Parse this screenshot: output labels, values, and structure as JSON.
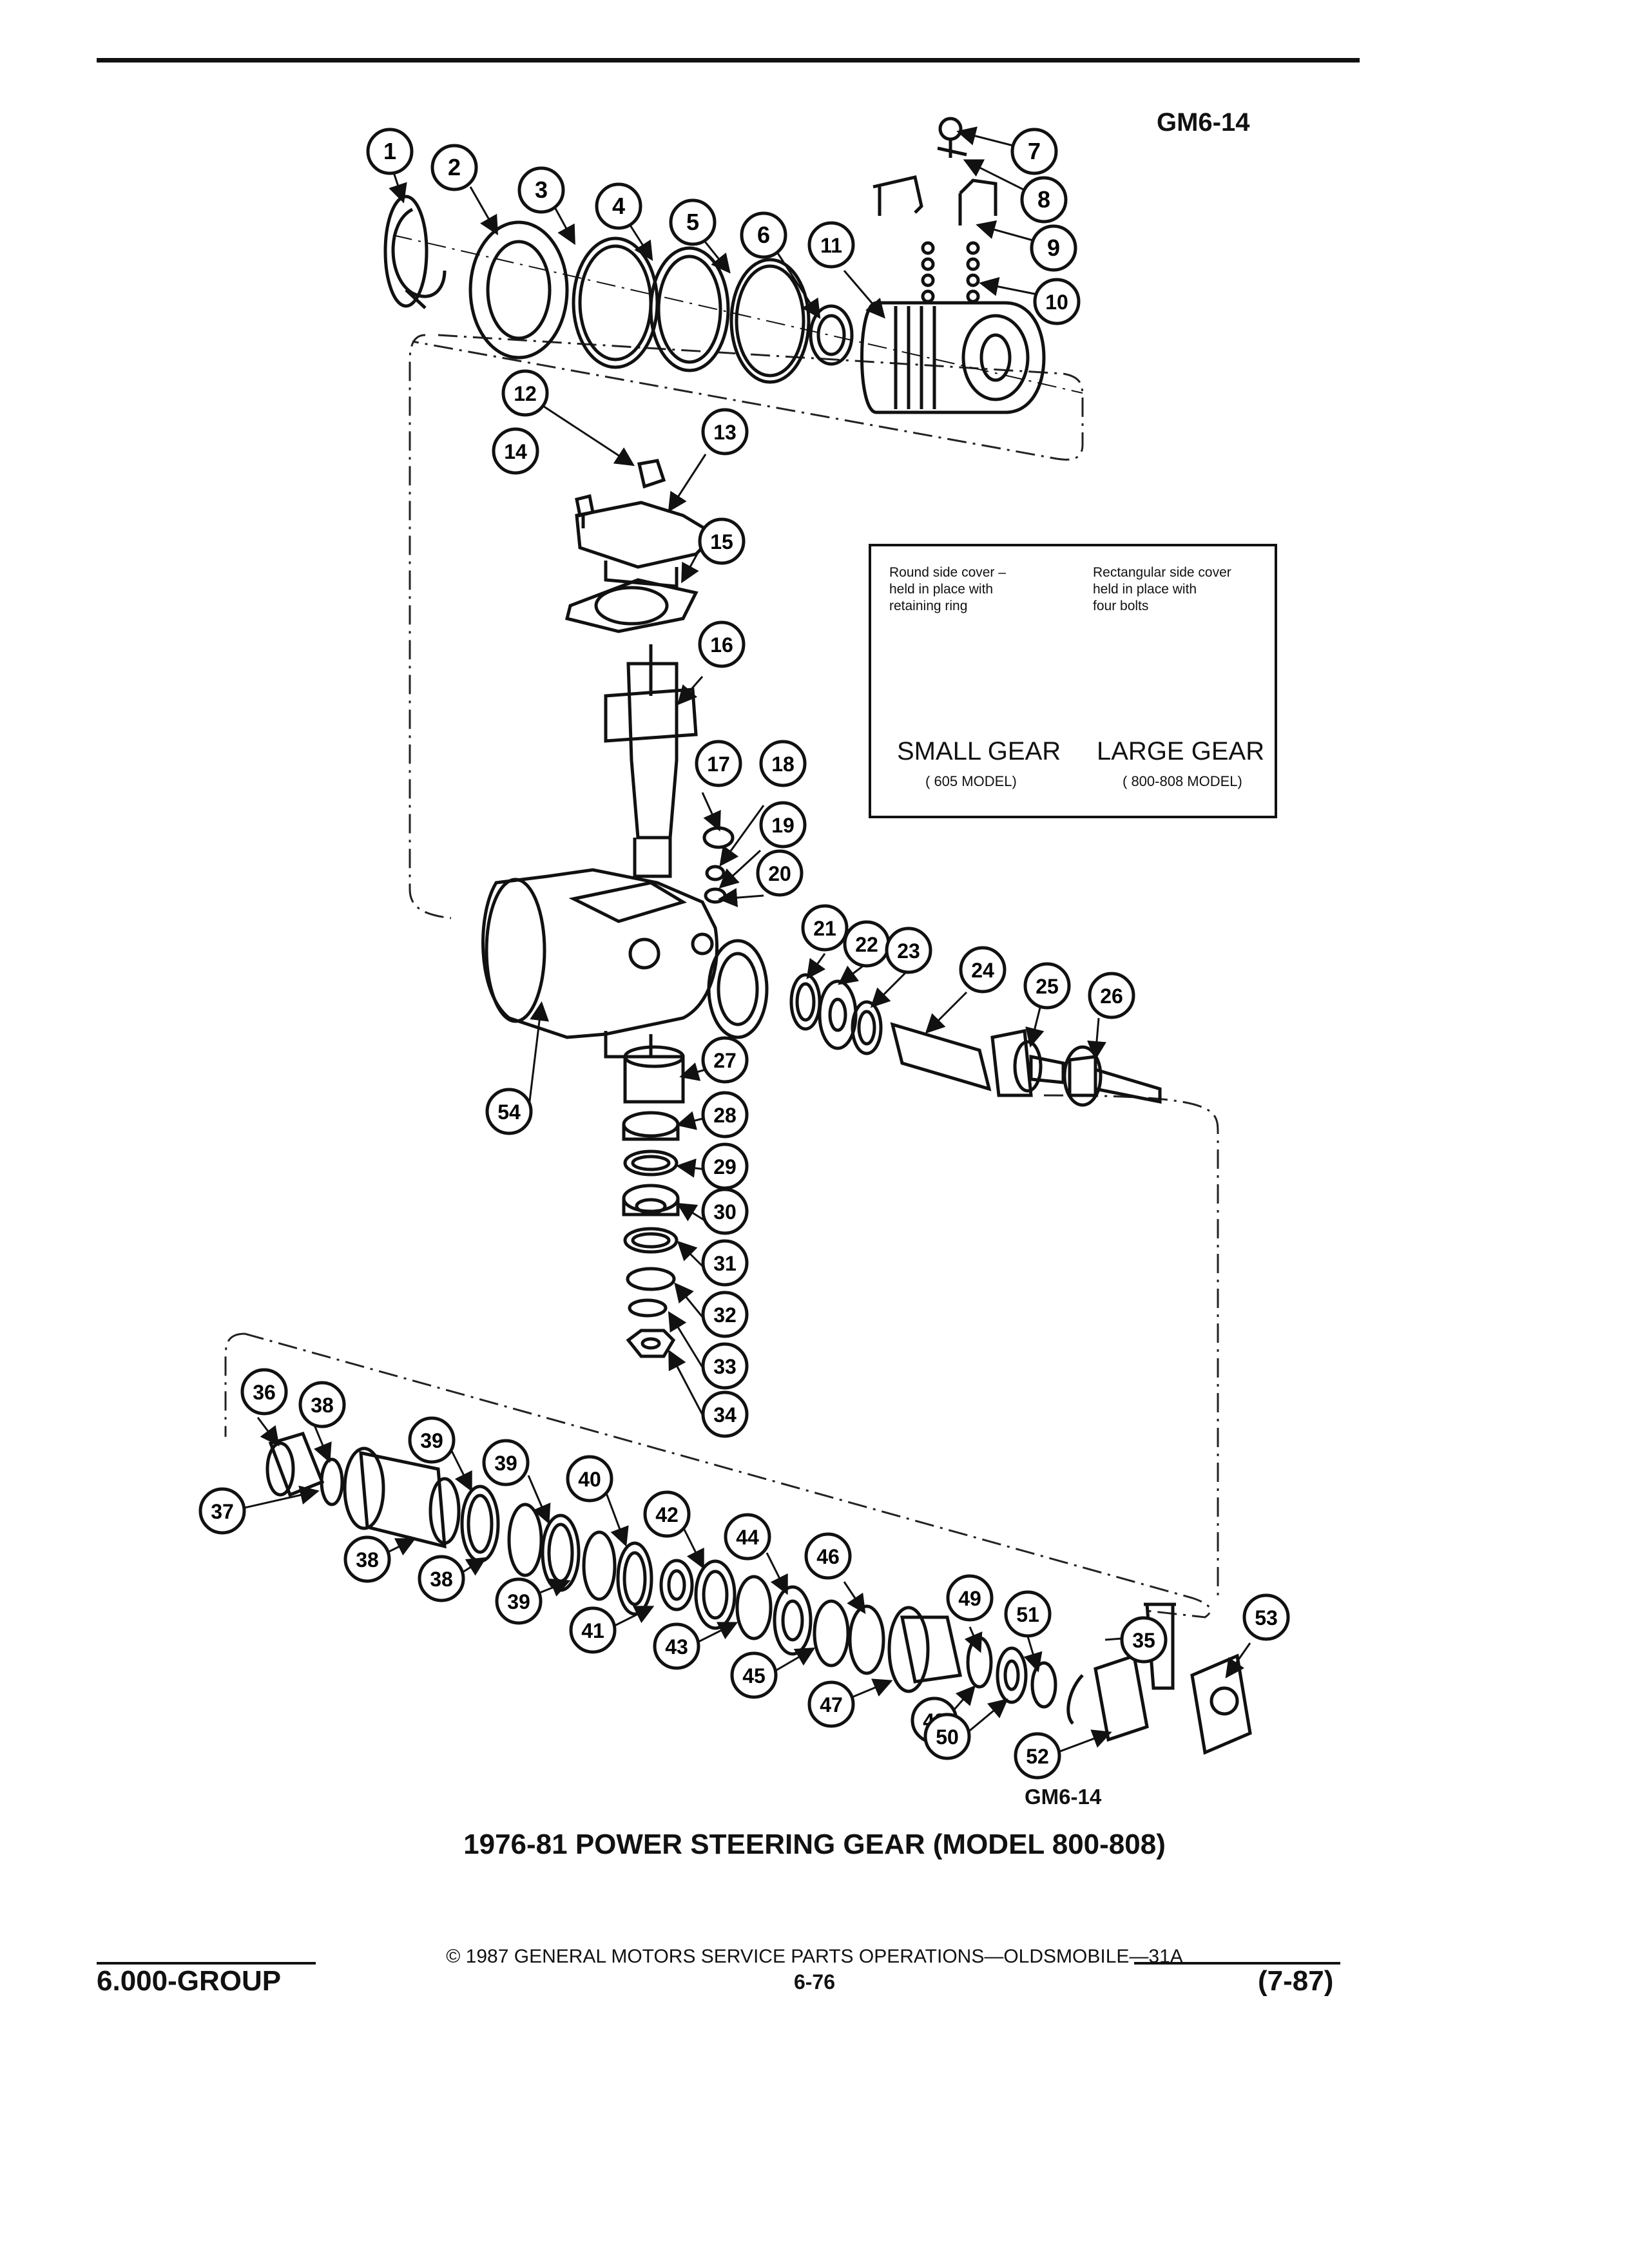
{
  "figure": {
    "ref_top": "GM6-14",
    "ref_bottom": "GM6-14",
    "caption": "1976-81 POWER STEERING GEAR (MODEL 800-808)"
  },
  "inset": {
    "left_note": "Round side cover –\nheld in place with\nretaining ring",
    "right_note": "Rectangular side cover\nheld in place with\nfour bolts",
    "left_title": "SMALL GEAR",
    "left_model": "( 605 MODEL)",
    "right_title": "LARGE GEAR",
    "right_model": "( 800-808 MODEL)"
  },
  "callouts": [
    "1",
    "2",
    "3",
    "4",
    "5",
    "6",
    "7",
    "8",
    "9",
    "10",
    "11",
    "12",
    "13",
    "14",
    "15",
    "16",
    "17",
    "18",
    "19",
    "20",
    "21",
    "22",
    "23",
    "24",
    "25",
    "26",
    "27",
    "28",
    "29",
    "30",
    "31",
    "32",
    "33",
    "34",
    "35",
    "36",
    "37",
    "38",
    "38",
    "38",
    "39",
    "39",
    "39",
    "40",
    "41",
    "42",
    "43",
    "44",
    "45",
    "46",
    "47",
    "48",
    "49",
    "50",
    "51",
    "52",
    "53",
    "54"
  ],
  "footer": {
    "copyright": "© 1987 GENERAL MOTORS SERVICE PARTS OPERATIONS—OLDSMOBILE—31A",
    "group": "6.000-GROUP",
    "page": "6-76",
    "date": "(7-87)"
  }
}
